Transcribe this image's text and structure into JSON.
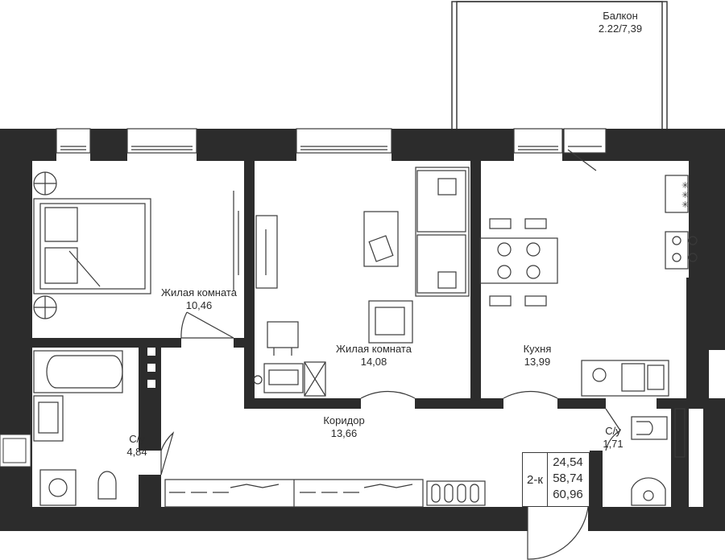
{
  "rooms": {
    "balcony": {
      "name": "Балкон",
      "area": "2.22/7,39"
    },
    "bedroom": {
      "name": "Жилая комната",
      "area": "10,46"
    },
    "living": {
      "name": "Жилая комната",
      "area": "14,08"
    },
    "kitchen": {
      "name": "Кухня",
      "area": "13,99"
    },
    "corridor": {
      "name": "Коридор",
      "area": "13,66"
    },
    "bathroom": {
      "name": "С/у",
      "area": "4,84"
    },
    "wc": {
      "name": "С/у",
      "area": "1,71"
    }
  },
  "summary": {
    "type": "2-к",
    "living_area": "24,54",
    "total_area": "58,74",
    "total_with_balcony": "60,96"
  },
  "colors": {
    "wall": "#2c2c2c",
    "line": "#3a3a3a",
    "background": "#ffffff"
  }
}
